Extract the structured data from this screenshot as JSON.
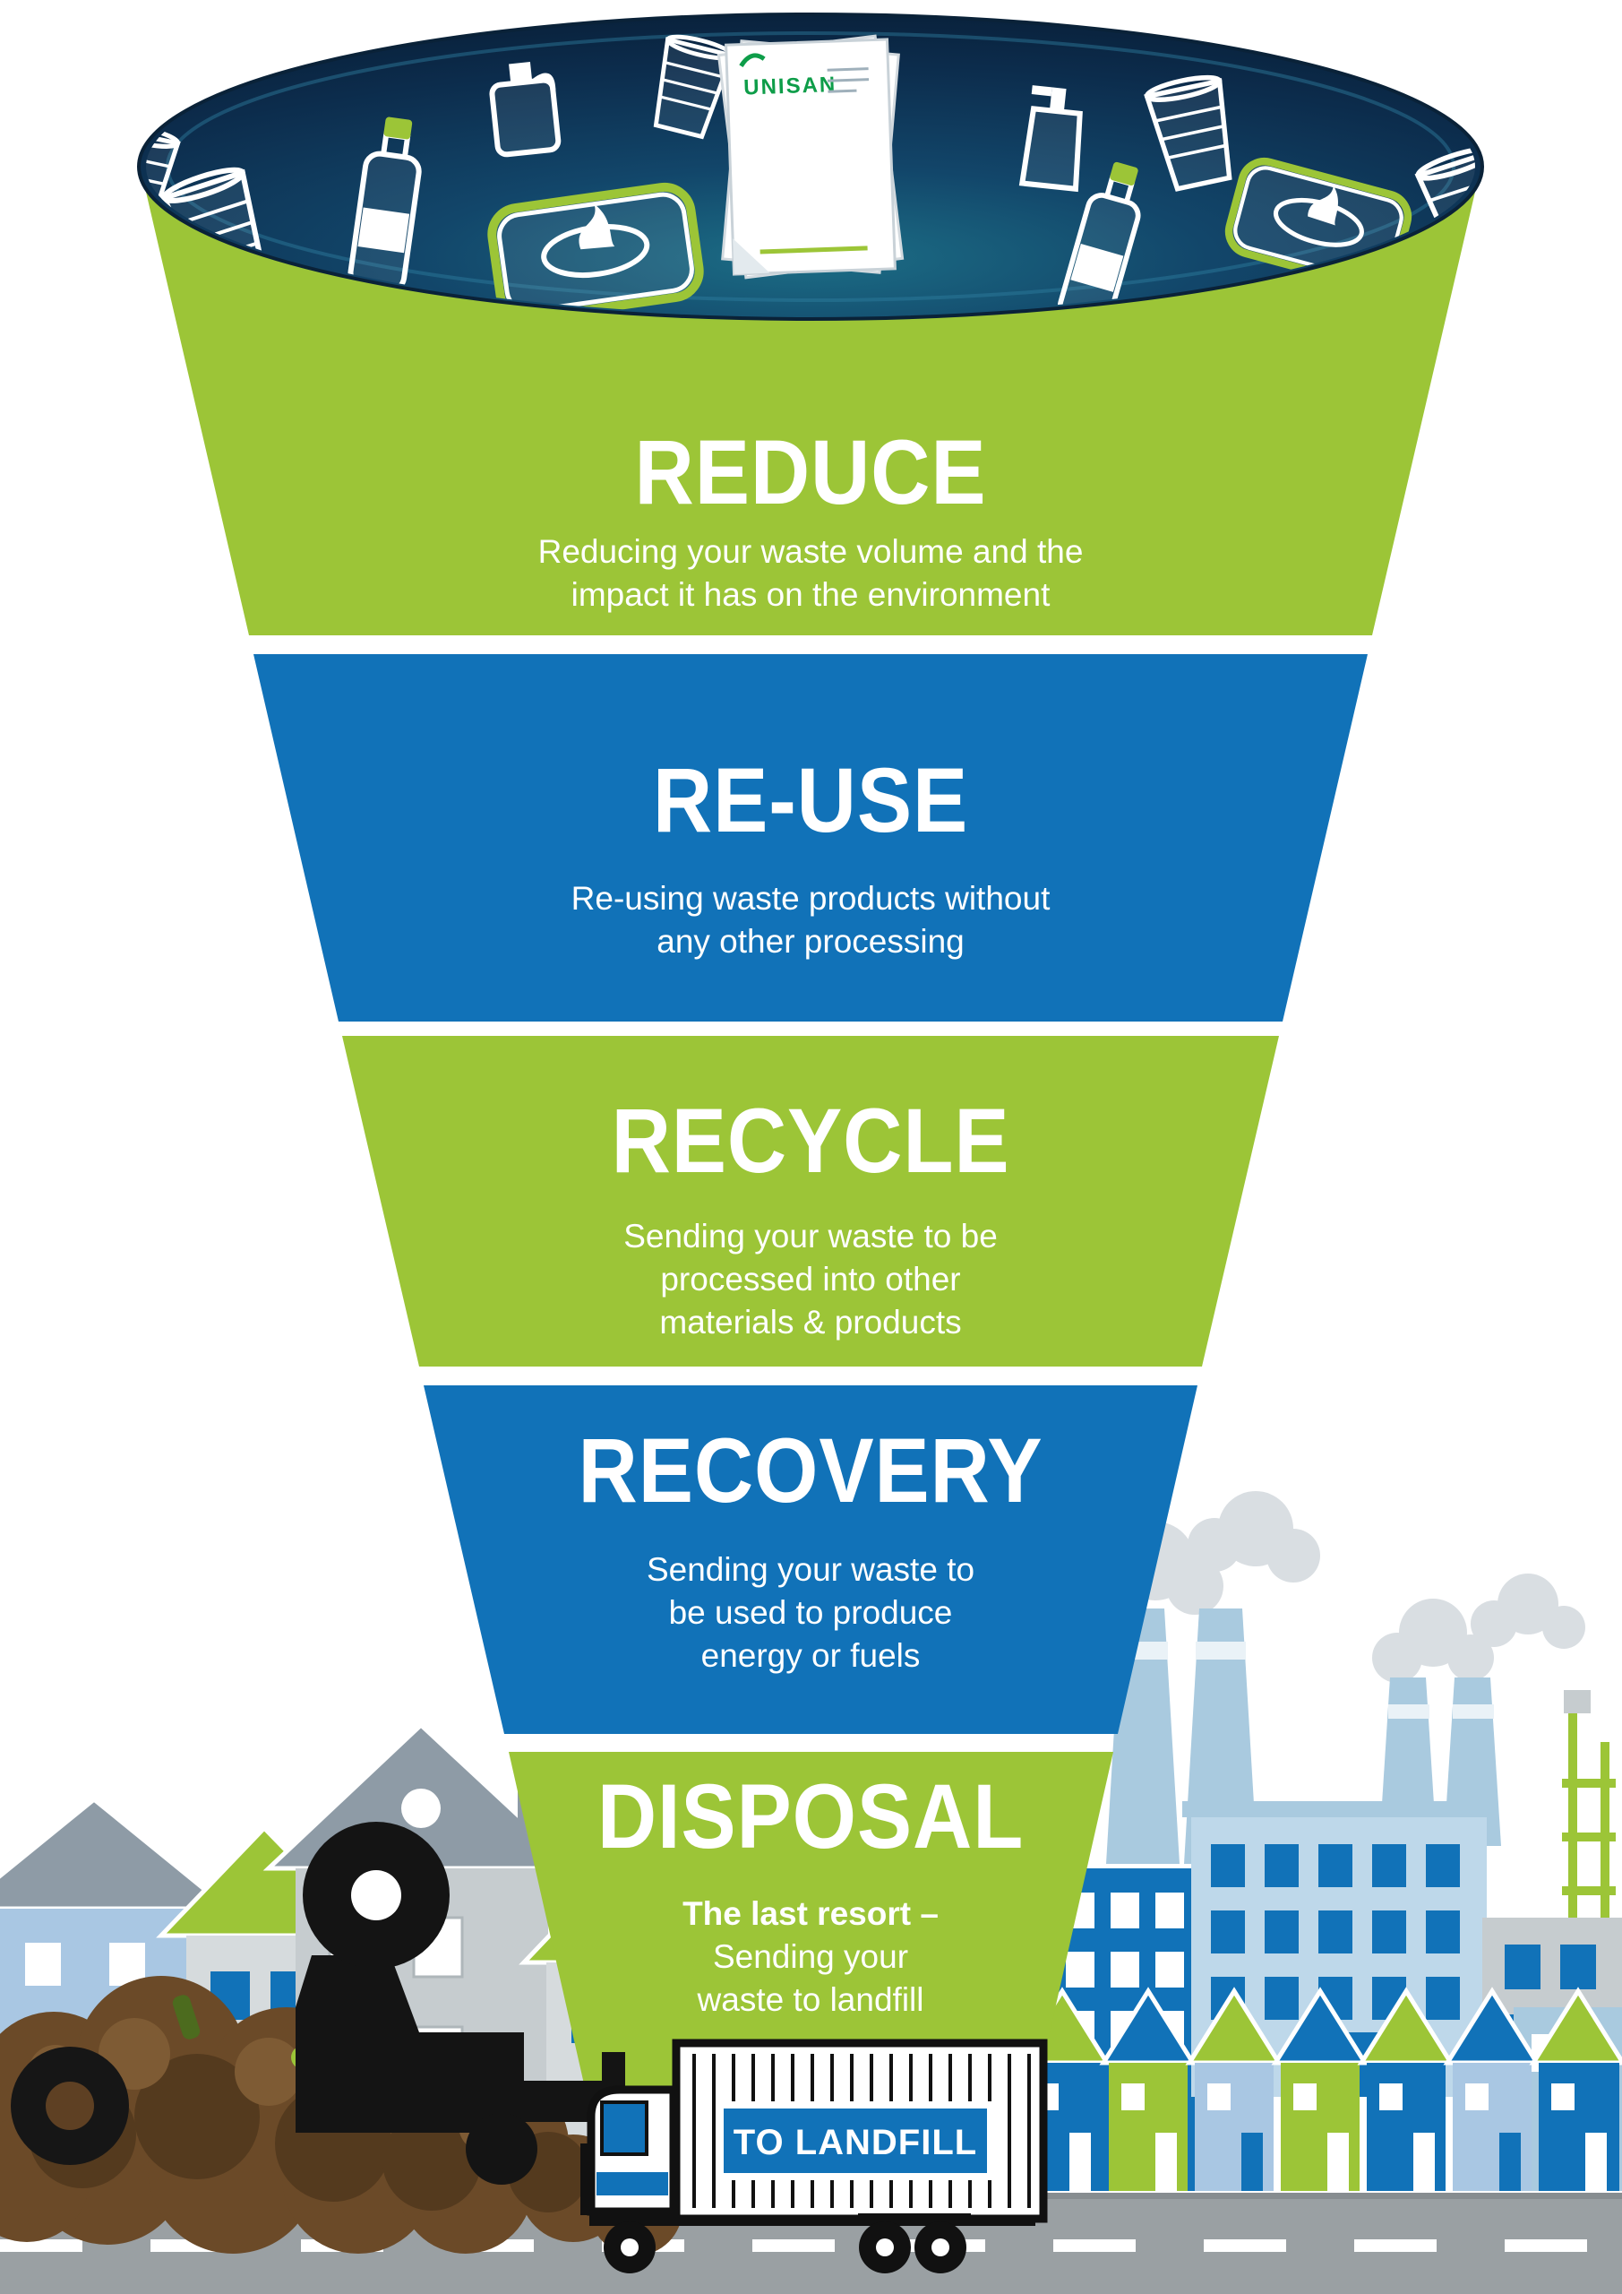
{
  "page": {
    "title": "Waste Hierarchy Funnel"
  },
  "colors": {
    "green": "#9CC537",
    "blue": "#1172B8",
    "navy": "#0B2A47",
    "smoke_gray": "#D9DEE2",
    "road_gray": "#9AA0A3",
    "trash_brown": "#6B4A28"
  },
  "funnel": {
    "segments": [
      {
        "label": "REDUCE",
        "color_key": "green",
        "desc_lines": [
          "Reducing your waste volume and the",
          "impact it has on the environment"
        ]
      },
      {
        "label": "RE-USE",
        "color_key": "blue",
        "desc_lines": [
          "Re-using waste products without",
          "any other processing"
        ]
      },
      {
        "label": "RECYCLE",
        "color_key": "green",
        "desc_lines": [
          "Sending your waste to be",
          "processed into other",
          "materials & products"
        ]
      },
      {
        "label": "RECOVERY",
        "color_key": "blue",
        "desc_lines": [
          "Sending your waste to",
          "be used to produce",
          "energy or fuels"
        ]
      },
      {
        "label": "DISPOSAL",
        "color_key": "green",
        "desc_lines": [
          "The last resort –",
          "Sending your",
          "waste to landfill"
        ]
      }
    ]
  },
  "truck": {
    "label": "TO LANDFILL"
  },
  "paper": {
    "brand": "UNISAN"
  }
}
